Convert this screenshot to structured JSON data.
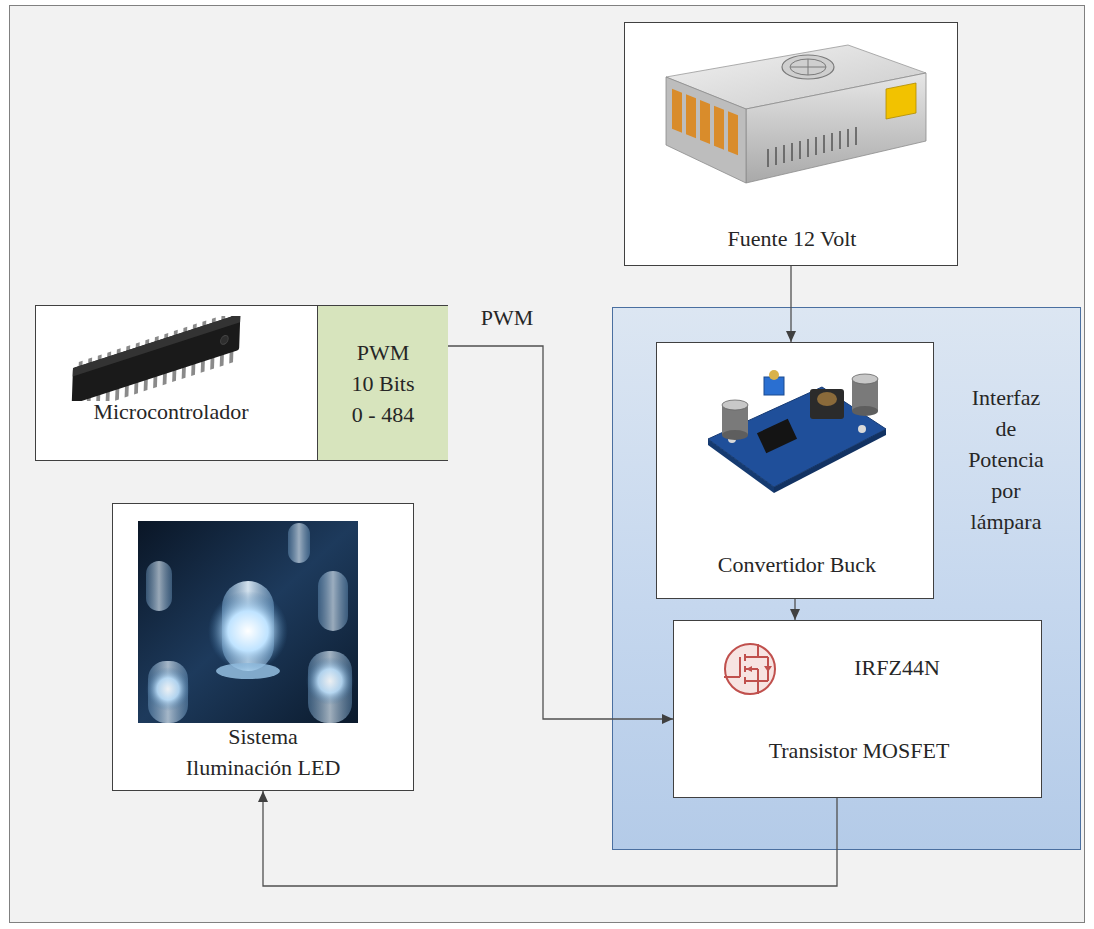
{
  "diagram": {
    "nodes": [
      {
        "text": [
          "Fuente 12 Volt"
        ]
      },
      {
        "text": [
          "Microcontrolador"
        ]
      },
      {
        "text": [
          "PWM 10 Bits 0 - 484"
        ],
        "in": 1
      },
      {
        "text": [
          "Interfaz de Potencia por lámpara"
        ]
      },
      {
        "text": [
          "Convertidor Buck"
        ],
        "in": 3
      },
      {
        "text": [
          "IRFZ44N",
          "Transistor MOSFET"
        ],
        "in": 3
      },
      {
        "text": [
          "Sistema Iluminación LED"
        ]
      }
    ],
    "edges": [
      {
        "from": 0,
        "to": 4,
        "arrow": "to"
      },
      {
        "from": 4,
        "to": 5,
        "arrow": "to"
      },
      {
        "from": 2,
        "to": 5,
        "label": "PWM",
        "arrow": "to"
      },
      {
        "from": 5,
        "to": 6,
        "arrow": "to"
      }
    ]
  }
}
